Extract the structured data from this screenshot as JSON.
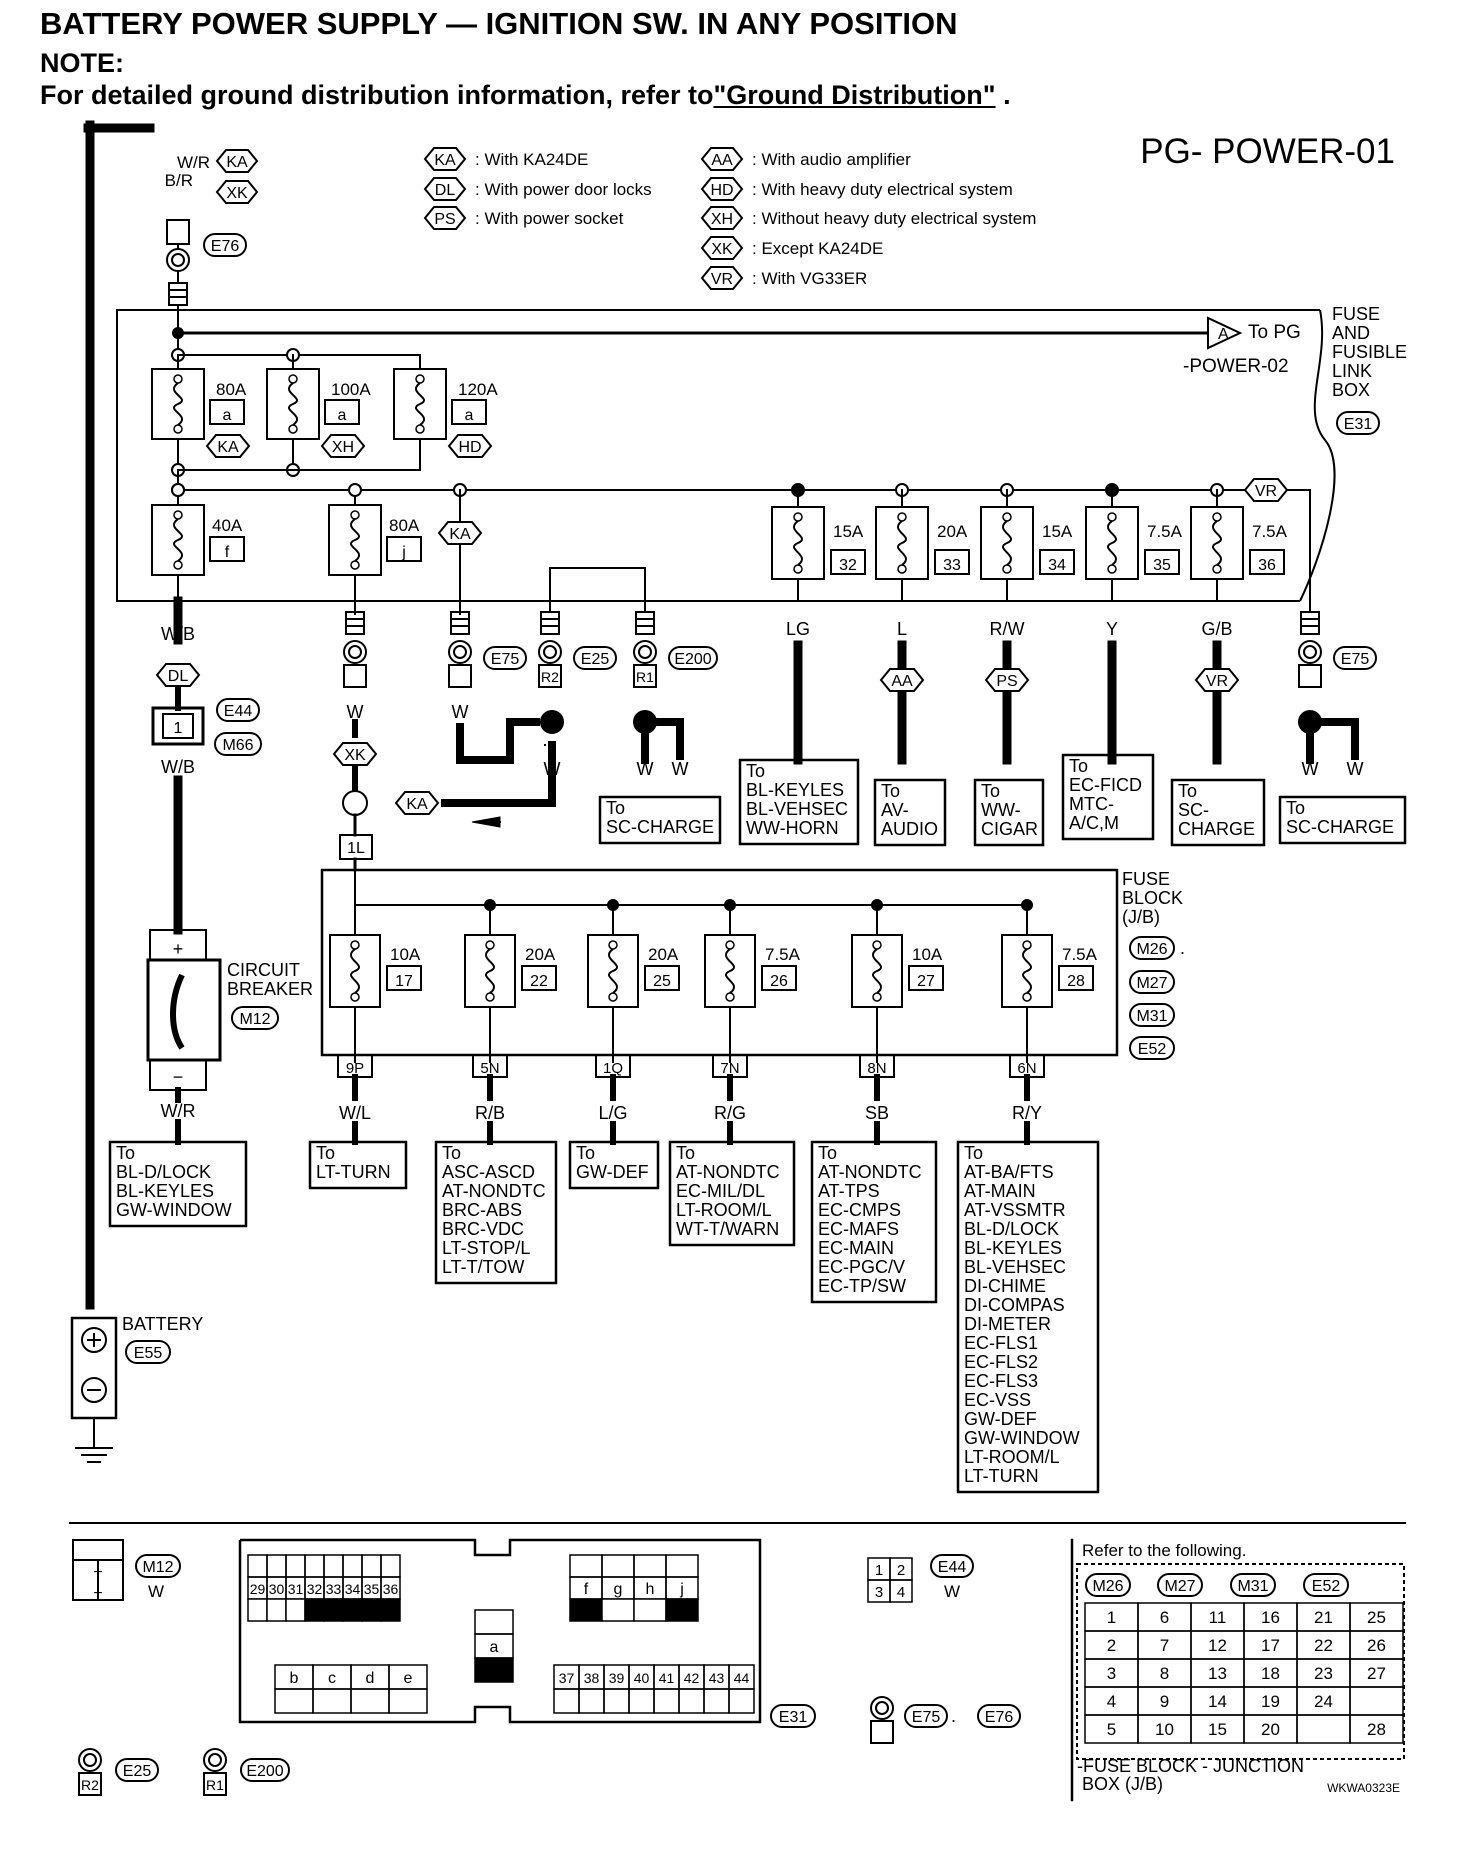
{
  "header": {
    "title": "BATTERY POWER SUPPLY — IGNITION SW. IN ANY POSITION",
    "note_label": "NOTE:",
    "ref_text": "For detailed ground distribution information, refer to",
    "ref_link": "\"Ground Distribution\"",
    "ref_end": "."
  },
  "diagram_id": "PG- POWER-01",
  "legend": [
    {
      "code": "KA",
      "text": ": With KA24DE"
    },
    {
      "code": "DL",
      "text": ": With power door locks"
    },
    {
      "code": "PS",
      "text": ": With power socket"
    },
    {
      "code": "AA",
      "text": ": With audio amplifier"
    },
    {
      "code": "HD",
      "text": ": With heavy duty electrical system"
    },
    {
      "code": "XH",
      "text": ": Without heavy duty electrical system"
    },
    {
      "code": "XK",
      "text": ": Except KA24DE"
    },
    {
      "code": "VR",
      "text": ": With VG33ER"
    }
  ],
  "battery_wires": {
    "wr": "W/R",
    "br": "B/R",
    "ka": "KA",
    "xk": "XK"
  },
  "connectors": {
    "e76": "E76",
    "e31": "E31",
    "e75": "E75",
    "e25": "E25",
    "e200": "E200",
    "e44": "E44",
    "m66": "M66",
    "m12": "M12",
    "e55": "E55",
    "m26": "M26",
    "m27": "M27",
    "m31": "M31",
    "e52": "E52",
    "r2": "R2",
    "r1": "R1"
  },
  "link_box": {
    "lines": [
      "FUSE",
      "AND",
      "FUSIBLE",
      "LINK",
      "BOX"
    ],
    "conn": "E31",
    "to_pg_arrow": "A",
    "to_pg_1": "To PG",
    "to_pg_2": "-POWER-02"
  },
  "fusible_links": [
    {
      "amp": "80A",
      "letter": "a",
      "opt": "KA"
    },
    {
      "amp": "100A",
      "letter": "a",
      "opt": "XH"
    },
    {
      "amp": "120A",
      "letter": "a",
      "opt": "HD"
    },
    {
      "amp": "40A",
      "letter": "f"
    },
    {
      "amp": "80A",
      "letter": "j"
    }
  ],
  "upper_fuses": [
    {
      "amp": "15A",
      "num": "32",
      "wire": "LG"
    },
    {
      "amp": "20A",
      "num": "33",
      "wire": "L"
    },
    {
      "amp": "15A",
      "num": "34",
      "wire": "R/W"
    },
    {
      "amp": "7.5A",
      "num": "35",
      "wire": "Y"
    },
    {
      "amp": "7.5A",
      "num": "36",
      "wire": "G/B"
    }
  ],
  "wires": {
    "wb": "W/B",
    "w": "W",
    "wr": "W/R",
    "one": "1",
    "one_l": "1L",
    "plus": "+",
    "minus": "−"
  },
  "circuit_breaker": [
    "CIRCUIT",
    "BREAKER"
  ],
  "battery_label": "BATTERY",
  "dest_upper": [
    {
      "lines": [
        "To",
        "SC-CHARGE"
      ]
    },
    {
      "lines": [
        "To",
        "BL-KEYLES",
        "BL-VEHSEC",
        "WW-HORN"
      ]
    },
    {
      "lines": [
        "To",
        "AV-",
        "AUDIO"
      ]
    },
    {
      "lines": [
        "To",
        "WW-",
        "CIGAR"
      ]
    },
    {
      "lines": [
        "To",
        "EC-FICD",
        "MTC-",
        "A/C,M"
      ]
    },
    {
      "lines": [
        "To",
        "SC-",
        "CHARGE"
      ]
    },
    {
      "lines": [
        "To",
        "SC-CHARGE"
      ]
    }
  ],
  "fuse_block": {
    "title": [
      "FUSE",
      "BLOCK",
      "(J/B)"
    ],
    "fuses": [
      {
        "amp": "10A",
        "num": "17",
        "conn": "9P",
        "wire": "W/L"
      },
      {
        "amp": "20A",
        "num": "22",
        "conn": "5N",
        "wire": "R/B"
      },
      {
        "amp": "20A",
        "num": "25",
        "conn": "1Q",
        "wire": "L/G"
      },
      {
        "amp": "7.5A",
        "num": "26",
        "conn": "7N",
        "wire": "R/G"
      },
      {
        "amp": "10A",
        "num": "27",
        "conn": "8N",
        "wire": "SB"
      },
      {
        "amp": "7.5A",
        "num": "28",
        "conn": "6N",
        "wire": "R/Y"
      }
    ]
  },
  "dest_lower": [
    {
      "lines": [
        "To",
        "BL-D/LOCK",
        "BL-KEYLES",
        "GW-WINDOW"
      ]
    },
    {
      "lines": [
        "To",
        "LT-TURN"
      ]
    },
    {
      "lines": [
        "To",
        "ASC-ASCD",
        "AT-NONDTC",
        "BRC-ABS",
        "BRC-VDC",
        "LT-STOP/L",
        "LT-T/TOW"
      ]
    },
    {
      "lines": [
        "To",
        "GW-DEF"
      ]
    },
    {
      "lines": [
        "To",
        "AT-NONDTC",
        "EC-MIL/DL",
        "LT-ROOM/L",
        "WT-T/WARN"
      ]
    },
    {
      "lines": [
        "To",
        "AT-NONDTC",
        "AT-TPS",
        "EC-CMPS",
        "EC-MAFS",
        "EC-MAIN",
        "EC-PGC/V",
        "EC-TP/SW"
      ]
    },
    {
      "lines": [
        "To",
        "AT-BA/FTS",
        "AT-MAIN",
        "AT-VSSMTR",
        "BL-D/LOCK",
        "BL-KEYLES",
        "BL-VEHSEC",
        "DI-CHIME",
        "DI-COMPAS",
        "DI-METER",
        "EC-FLS1",
        "EC-FLS2",
        "EC-FLS3",
        "EC-VSS",
        "GW-DEF",
        "GW-WINDOW",
        "LT-ROOM/L",
        "LT-TURN"
      ]
    }
  ],
  "bottom": {
    "m12_color": "W",
    "e31_top_cells": [
      "29",
      "30",
      "31",
      "32",
      "33",
      "34",
      "35",
      "36"
    ],
    "e31_letters_top": [
      "f",
      "g",
      "h",
      "j"
    ],
    "e31_letter_a": "a",
    "e31_letters_bottom": [
      "b",
      "c",
      "d",
      "e"
    ],
    "e31_bottom_cells": [
      "37",
      "38",
      "39",
      "40",
      "41",
      "42",
      "43",
      "44"
    ],
    "e44_cells": [
      "1",
      "2",
      "3",
      "4"
    ],
    "e44_color": "W",
    "refer_text": "Refer to the following.",
    "jb_grid": [
      [
        "1",
        "6",
        "11",
        "16",
        "21",
        "25"
      ],
      [
        "2",
        "7",
        "12",
        "17",
        "22",
        "26"
      ],
      [
        "3",
        "8",
        "13",
        "18",
        "23",
        "27"
      ],
      [
        "4",
        "9",
        "14",
        "19",
        "24",
        ""
      ],
      [
        "5",
        "10",
        "15",
        "20",
        "",
        "28"
      ]
    ],
    "jb_caption_1": "-FUSE BLOCK - JUNCTION",
    "jb_caption_2": "BOX (J/B)",
    "code": "WKWA0323E"
  }
}
